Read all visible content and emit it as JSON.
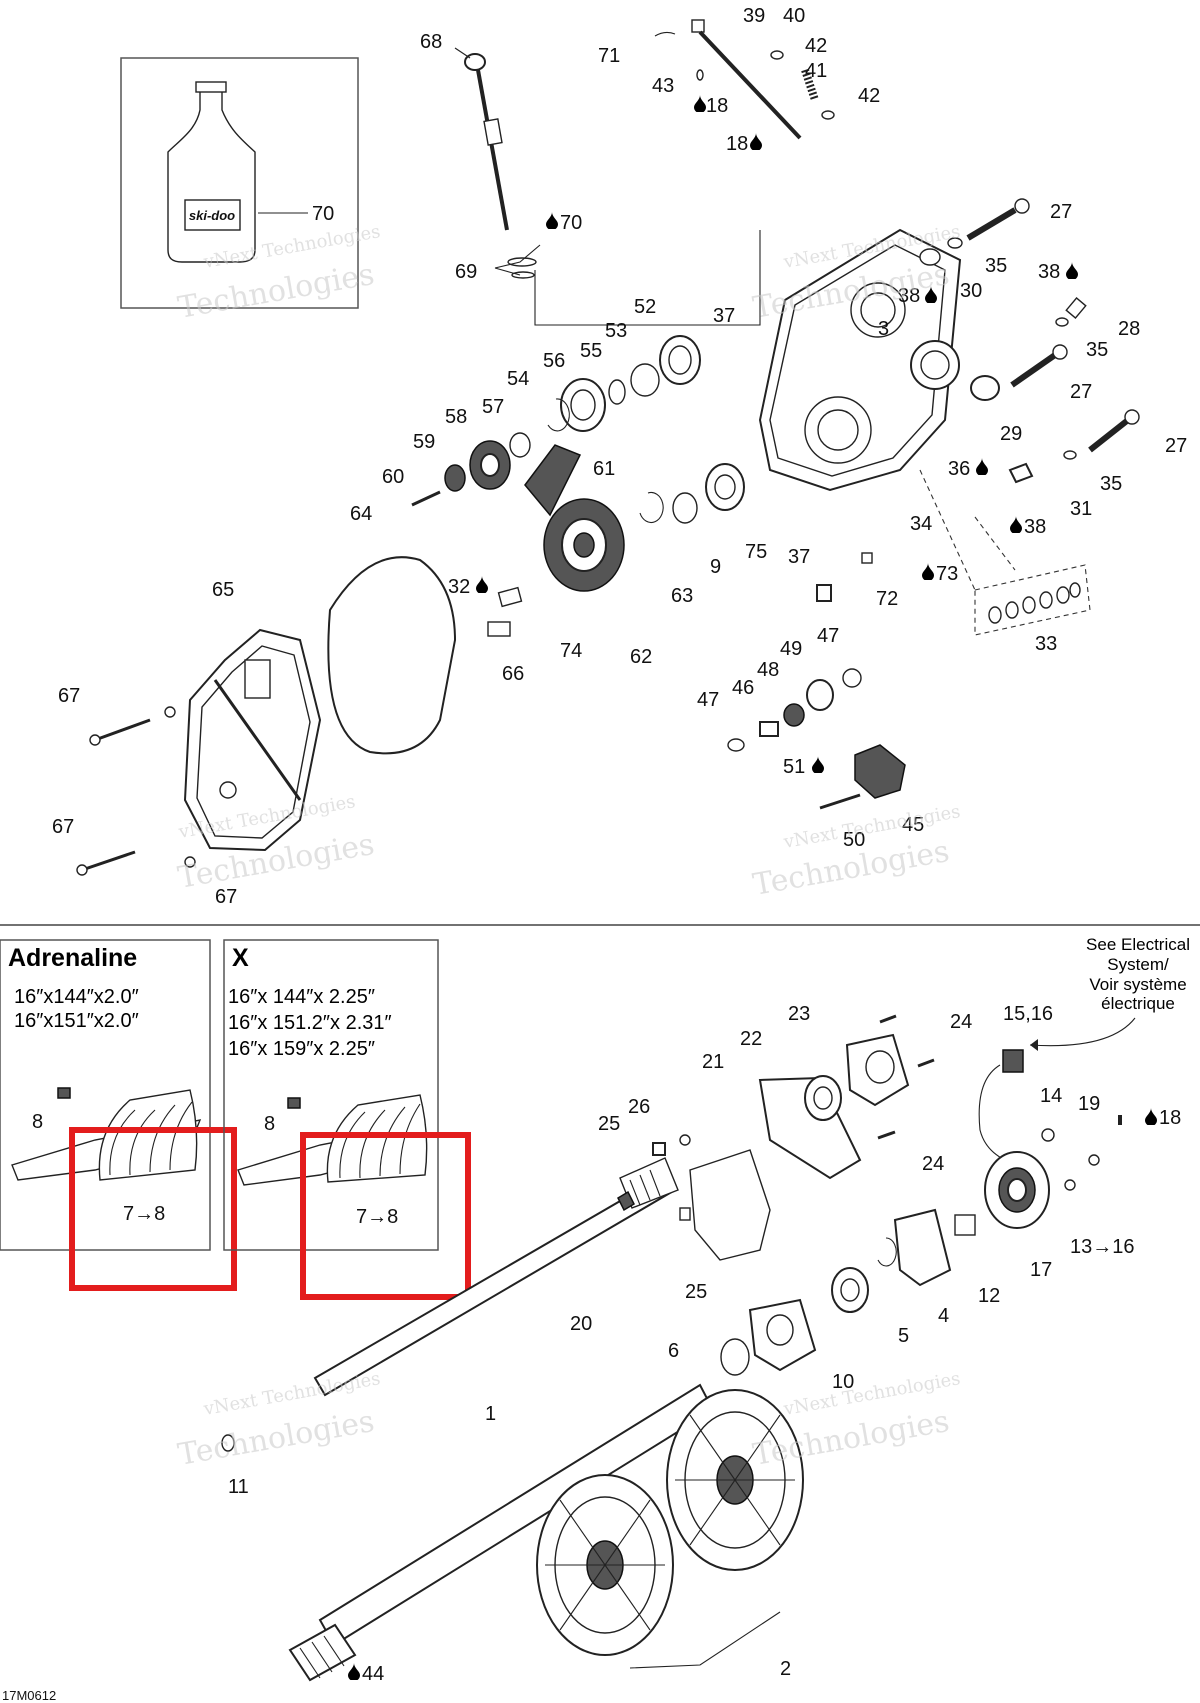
{
  "diagram_code": "17M0612",
  "watermark": {
    "line1": "vNext Technologies",
    "line2": "vNext",
    "line3": "Technologies"
  },
  "bottle_label": "ski-doo",
  "oil_symbol": "oil-drop-icon",
  "panels": {
    "adrenaline": {
      "title": "Adrenaline",
      "line1": "16″x144″x2.0″",
      "line2": "16″x151″x2.0″",
      "track_label": "8",
      "range_label": "7→8"
    },
    "x": {
      "title": "X",
      "line1": "16″x 144″x 2.25″",
      "line2": "16″x 151.2″x 2.31″",
      "line3": "16″x 159″x 2.25″",
      "track_label": "8",
      "range_label": "7→8"
    }
  },
  "electrical_note": {
    "line1": "See Electrical",
    "line2": "System/",
    "line3": "Voir système",
    "line4": "électrique"
  },
  "highlight_color": "#e31d1d",
  "callouts": {
    "c1": "1",
    "c2": "2",
    "c3": "3",
    "c4": "4",
    "c5": "5",
    "c6": "6",
    "c9": "9",
    "c10": "10",
    "c11": "11",
    "c12": "12",
    "c13": "13→16",
    "c14": "14",
    "c15": "15,16",
    "c17": "17",
    "c18a": "18",
    "c18b": "18",
    "c18c": "18",
    "c19": "19",
    "c20": "20",
    "c21": "21",
    "c22": "22",
    "c23": "23",
    "c24a": "24",
    "c24b": "24",
    "c25a": "25",
    "c25b": "25",
    "c26": "26",
    "c27a": "27",
    "c27b": "27",
    "c27c": "27",
    "c28": "28",
    "c29": "29",
    "c30": "30",
    "c31": "31",
    "c32": "32",
    "c33": "33",
    "c34": "34",
    "c35a": "35",
    "c35b": "35",
    "c35c": "35",
    "c36": "36",
    "c37a": "37",
    "c37b": "37",
    "c38a": "38",
    "c38b": "38",
    "c38c": "38",
    "c39": "39",
    "c40": "40",
    "c41": "41",
    "c42a": "42",
    "c42b": "42",
    "c43": "43",
    "c44": "44",
    "c45": "45",
    "c46": "46",
    "c47a": "47",
    "c47b": "47",
    "c48": "48",
    "c49": "49",
    "c50": "50",
    "c51": "51",
    "c52": "52",
    "c53": "53",
    "c54": "54",
    "c55": "55",
    "c56": "56",
    "c57": "57",
    "c58": "58",
    "c59": "59",
    "c60": "60",
    "c61": "61",
    "c62": "62",
    "c63": "63",
    "c64": "64",
    "c65": "65",
    "c66": "66",
    "c67a": "67",
    "c67b": "67",
    "c67c": "67",
    "c68": "68",
    "c69": "69",
    "c70a": "70",
    "c70b": "70",
    "c71": "71",
    "c72": "72",
    "c73": "73",
    "c74": "74",
    "c75": "75"
  }
}
